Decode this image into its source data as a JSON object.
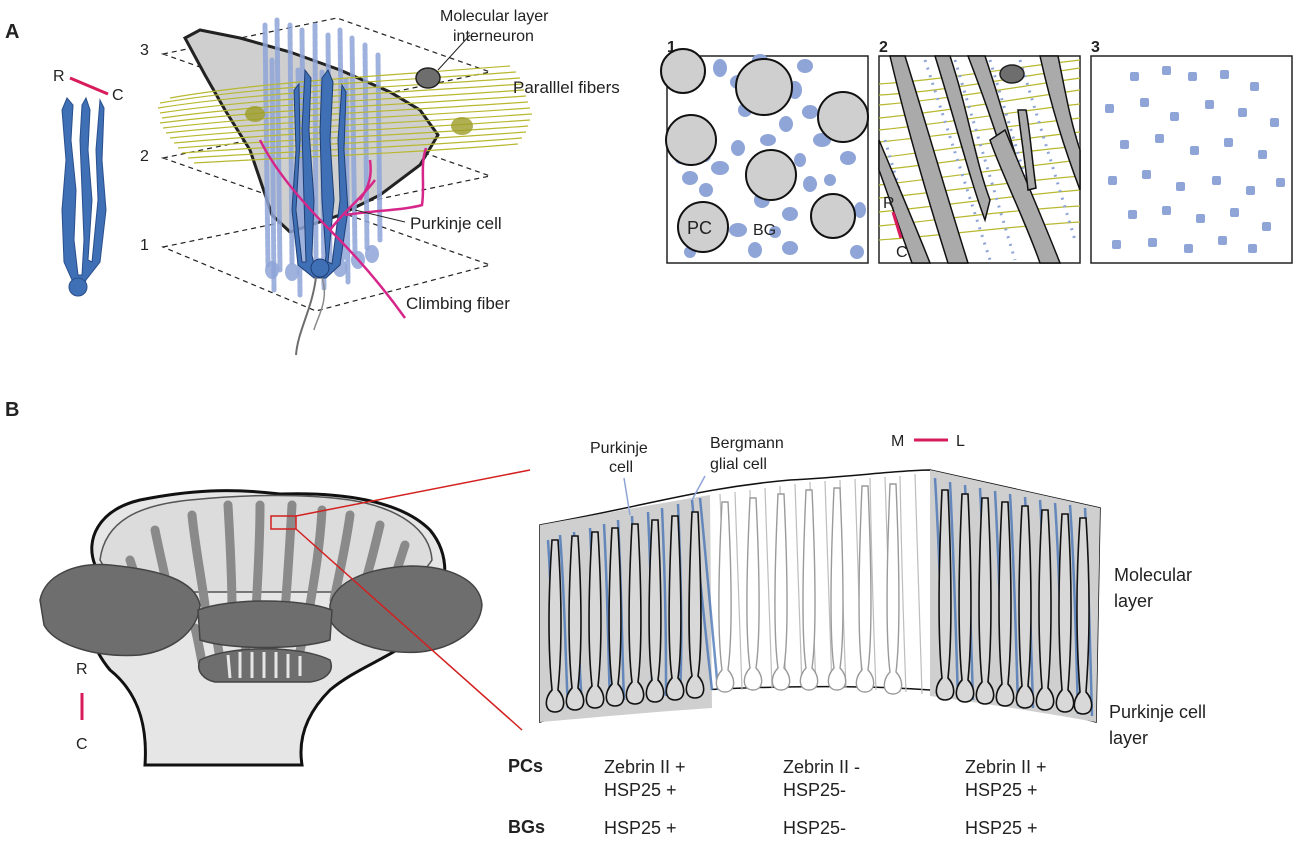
{
  "panel_a": {
    "letter": "A",
    "axis": {
      "r": "R",
      "c": "C"
    },
    "planes": [
      "3",
      "2",
      "1"
    ],
    "labels": {
      "interneuron_line1": "Molecular layer",
      "interneuron_line2": "interneuron",
      "parallel_fibers": "Paralllel fibers",
      "purkinje_cell": "Purkinje cell",
      "climbing_fiber": "Climbing fiber"
    },
    "sections": [
      {
        "number": "1",
        "pc_label": "PC",
        "bg_label": "BG"
      },
      {
        "number": "2",
        "axis_r": "R",
        "axis_c": "C"
      },
      {
        "number": "3"
      }
    ]
  },
  "panel_b": {
    "letter": "B",
    "axis_cerebellum": {
      "r": "R",
      "c": "C"
    },
    "axis_section": {
      "m": "M",
      "l": "L"
    },
    "labels": {
      "purkinje_line1": "Purkinje",
      "purkinje_line2": "cell",
      "bergmann_line1": "Bergmann",
      "bergmann_line2": "glial cell",
      "molecular_line1": "Molecular",
      "molecular_line2": "layer",
      "pcl_line1": "Purkinje cell",
      "pcl_line2": "layer"
    },
    "table": {
      "row_pcs": "PCs",
      "row_bgs": "BGs",
      "columns": [
        {
          "pcs_line1": "Zebrin II +",
          "pcs_line2": "HSP25 +",
          "bgs": "HSP25 +"
        },
        {
          "pcs_line1": "Zebrin II -",
          "pcs_line2": "HSP25-",
          "bgs": "HSP25-"
        },
        {
          "pcs_line1": "Zebrin II +",
          "pcs_line2": "HSP25 +",
          "bgs": "HSP25 +"
        }
      ]
    }
  },
  "colors": {
    "purkinje_blue": "#3f6fb5",
    "glia_blue": "#8fa5d8",
    "parallel_yellow": "#b8b830",
    "climbing_magenta": "#d6268a",
    "axis_red": "#d81b5a",
    "section_grey": "#cfcfcf",
    "dark_grey": "#6e6e6e",
    "mid_grey": "#8a8a8a",
    "light_grey": "#e6e6e6"
  }
}
